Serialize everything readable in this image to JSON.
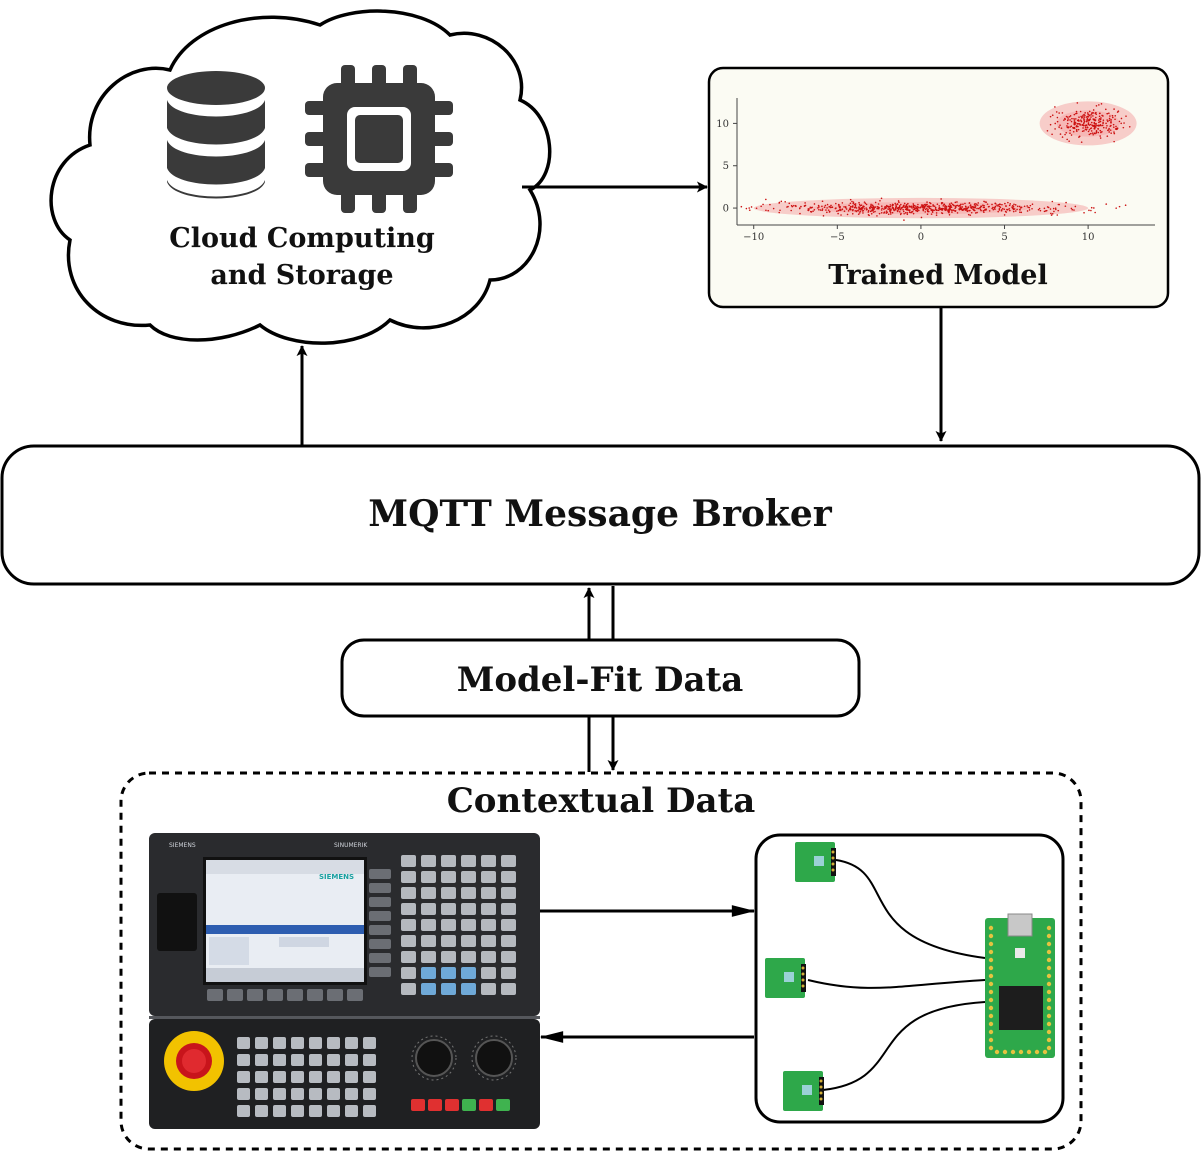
{
  "cloud": {
    "label_line1": "Cloud Computing",
    "label_line2": "and Storage",
    "icons": [
      "database-icon",
      "cpu-chip-icon"
    ]
  },
  "trained_model": {
    "label": "Trained Model",
    "panel_color": "#fbfbf3"
  },
  "broker": {
    "label": "MQTT Message Broker"
  },
  "model_fit": {
    "label": "Model-Fit Data"
  },
  "contextual": {
    "label": "Contextual Data"
  },
  "cnc_panel": {
    "brand": "SIEMENS",
    "model": "SINUMERIK",
    "screen_brand": "SIEMENS"
  },
  "chart_data": {
    "type": "scatter",
    "title": "",
    "xlabel": "",
    "ylabel": "",
    "xlim": [
      -11,
      14
    ],
    "ylim": [
      -2,
      13
    ],
    "xticks": [
      "−10",
      "−5",
      "0",
      "5",
      "10"
    ],
    "yticks": [
      "0",
      "5",
      "10"
    ],
    "xtick_values": [
      -10,
      -5,
      0,
      5,
      10
    ],
    "ytick_values": [
      0,
      5,
      10
    ],
    "clusters": [
      {
        "center": [
          0,
          0
        ],
        "spread": [
          4.5,
          0.35
        ],
        "ellipse_radii": [
          10,
          1.2
        ],
        "points": 700
      },
      {
        "center": [
          10,
          10
        ],
        "spread": [
          1.0,
          0.8
        ],
        "ellipse_radii": [
          2.9,
          2.6
        ],
        "points": 280
      }
    ],
    "point_color": "#cc1111",
    "ellipse_color": "#f4a0a0"
  },
  "colors": {
    "stroke": "#000000",
    "chip_gray": "#3a3a3a",
    "pcb_green": "#2ea84a"
  }
}
